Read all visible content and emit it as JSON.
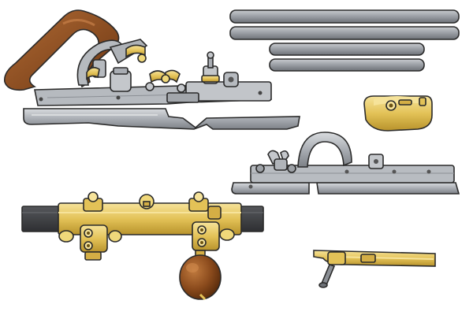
{
  "illustration": {
    "subject": "combination-plane-kit",
    "parts": [
      {
        "name": "combination-plane-body",
        "kind": "plane"
      },
      {
        "name": "steel-rods",
        "count": 4
      },
      {
        "name": "brass-depth-stop"
      },
      {
        "name": "sliding-section"
      },
      {
        "name": "fence-assembly",
        "has_wooden_knob": true
      },
      {
        "name": "brass-bar-with-pin"
      }
    ]
  },
  "colors": {
    "background": "#ffffff",
    "outline": "#2a2a2a",
    "steel": "#a9adb3",
    "steel_light": "#cfd2d6",
    "steel_dark": "#7d8187",
    "brass": "#e3c257",
    "brass_light": "#f3dc8a",
    "brass_dark": "#b8932c",
    "wood": "#8a4a1c",
    "wood_light": "#b06a34",
    "dark_bar": "#3e3f42"
  }
}
